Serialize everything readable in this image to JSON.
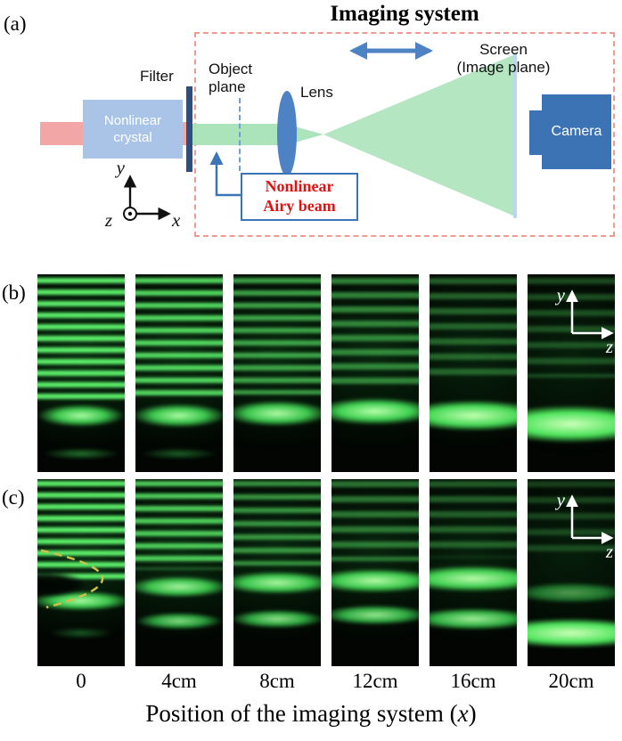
{
  "figure": {
    "panel_a": {
      "label": "(a)",
      "title": "Imaging system",
      "filter_label": "Filter",
      "object_plane_label_line1": "Object",
      "object_plane_label_line2": "plane",
      "lens_label": "Lens",
      "screen_label_line1": "Screen",
      "screen_label_line2": "(Image plane)",
      "camera_label": "Camera",
      "crystal_label_line1": "Nonlinear",
      "crystal_label_line2": "crystal",
      "airy_beam_label_line1": "Nonlinear",
      "airy_beam_label_line2": "Airy beam",
      "axis_x": "x",
      "axis_y": "y",
      "axis_z": "z"
    },
    "panel_b": {
      "label": "(b)",
      "axis_y": "y",
      "axis_z": "z"
    },
    "panel_c": {
      "label": "(c)",
      "axis_y": "y",
      "axis_z": "z"
    },
    "position_labels": [
      "0",
      "4cm",
      "8cm",
      "12cm",
      "16cm",
      "20cm"
    ],
    "caption": {
      "prefix": "Position of the imaging system (",
      "variable": "x",
      "suffix": ")"
    }
  },
  "colors": {
    "input_beam_pink": "#f2a6a6",
    "green_beam": "#a6e2b6",
    "crystal_fill": "#a9c4e7",
    "filter_fill": "#2e4d80",
    "lens_fill": "#4d82c4",
    "screen_fill": "#b9d8ec",
    "camera_fill": "#3b73b5",
    "dashed_box_red": "#f29a90",
    "airy_text_red": "#e01212",
    "annotation_blue": "#3c74b8",
    "dashed_curve_yellow": "#cfc04a",
    "beam_image_green": "#60fa6e"
  }
}
